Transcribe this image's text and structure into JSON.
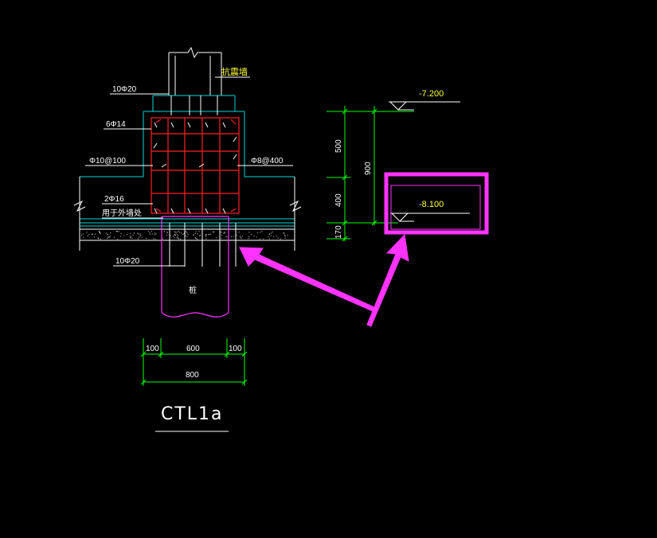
{
  "drawing": {
    "title": "CTL1a",
    "wall_label": "抗震墙",
    "pile_label": "桩",
    "rebar": {
      "top": "10Φ20",
      "side": "6Φ14",
      "stirrup": "Φ10@100",
      "tie": "Φ8@400",
      "bottom_bar": "2Φ16",
      "bottom_note": "用于外墙处",
      "bottom": "10Φ20"
    },
    "dimensions": {
      "left": "100",
      "middle": "600",
      "right": "100",
      "total": "800",
      "v_500": "500",
      "v_400": "400",
      "v_170": "170",
      "v_900": "900"
    },
    "elevations": {
      "upper": "-7.200",
      "lower": "-8.100"
    }
  },
  "colors": {
    "background": "#000000",
    "rebar": "#ff2020",
    "concrete": "#00d8d8",
    "dimension": "#00ff00",
    "pile": "#ff33ff",
    "highlight": "#ff33ff",
    "elevation_text": "#ffff33",
    "line_white": "#ffffff"
  }
}
